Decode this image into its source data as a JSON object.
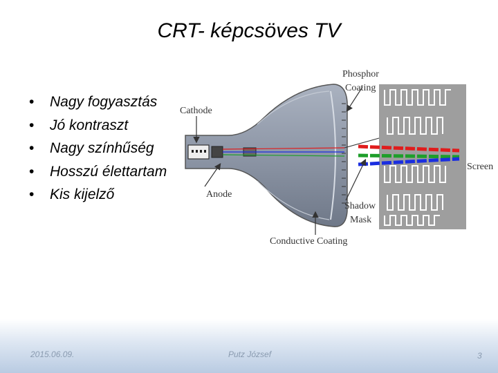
{
  "slide": {
    "title": "CRT- képcsöves TV",
    "bullets": [
      "Nagy fogyasztás",
      "Jó kontraszt",
      "Nagy színhűség",
      "Hosszú élettartam",
      "Kis kijelző"
    ]
  },
  "diagram": {
    "labels": {
      "phosphor_line1": "Phosphor",
      "phosphor_line2": "Coating",
      "cathode": "Cathode",
      "anode": "Anode",
      "shadow_line1": "Shadow",
      "shadow_line2": "Mask",
      "screen": "Screen",
      "conductive": "Conductive Coating"
    },
    "colors": {
      "tube": "#8d96a6",
      "mask_panel": "#9e9e9e",
      "beam_red": "#e01c1c",
      "beam_green": "#1e9e2a",
      "beam_blue": "#1a2ee0"
    }
  },
  "footer": {
    "date": "2015.06.09.",
    "author": "Putz József",
    "page": "3"
  }
}
